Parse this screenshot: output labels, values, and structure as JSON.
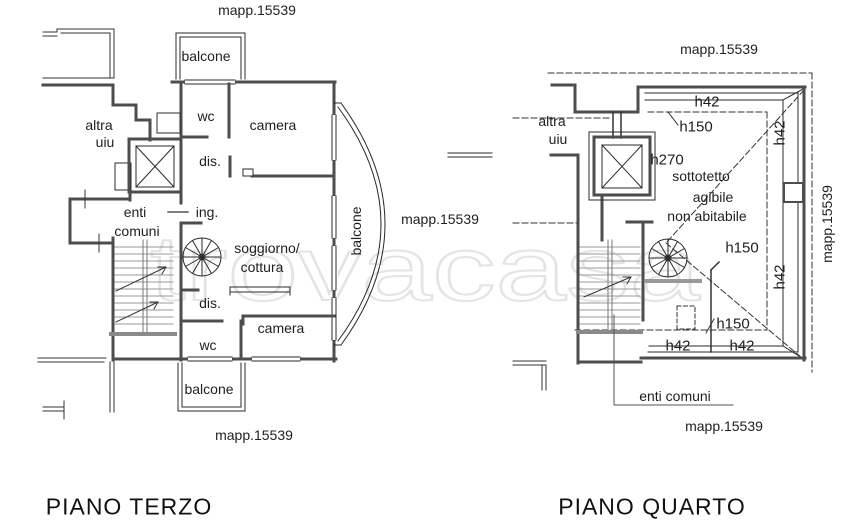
{
  "watermark": {
    "text": "trovacasa"
  },
  "plans": {
    "terzo": {
      "title": "PIANO TERZO",
      "labels": {
        "mapp_top": "mapp.15539",
        "balcone_top": "balcone",
        "wc_top": "wc",
        "camera_top": "camera",
        "altra_line1": "altra",
        "altra_line2": "uiu",
        "dis_top": "dis.",
        "enti_line1": "enti",
        "enti_line2": "comuni",
        "ing": "ing.",
        "soggiorno_line1": "soggiorno/",
        "soggiorno_line2": "cottura",
        "dis_bottom": "dis.",
        "camera_bottom": "camera",
        "wc_bottom": "wc",
        "balcone_bottom": "balcone",
        "balcone_right": "balcone",
        "mapp_right": "mapp.15539",
        "mapp_bottom": "mapp.15539"
      }
    },
    "quarto": {
      "title": "PIANO QUARTO",
      "labels": {
        "mapp_top": "mapp.15539",
        "h42_top": "h42",
        "h150_top": "h150",
        "altra_line1": "altra",
        "altra_line2": "uiu",
        "h270": "h270",
        "sottotetto_line1": "sottotetto",
        "sottotetto_line2": "agibile",
        "sottotetto_line3": "non abitabile",
        "h150_mid": "h150",
        "h42_right_top": "h42",
        "h42_right_mid": "h42",
        "mapp_right": "mapp.15539",
        "h150_bottom": "h150",
        "h42_bottom_left": "h42",
        "h42_bottom_right": "h42",
        "enti_comuni": "enti comuni",
        "mapp_bottom": "mapp.15539"
      }
    }
  }
}
